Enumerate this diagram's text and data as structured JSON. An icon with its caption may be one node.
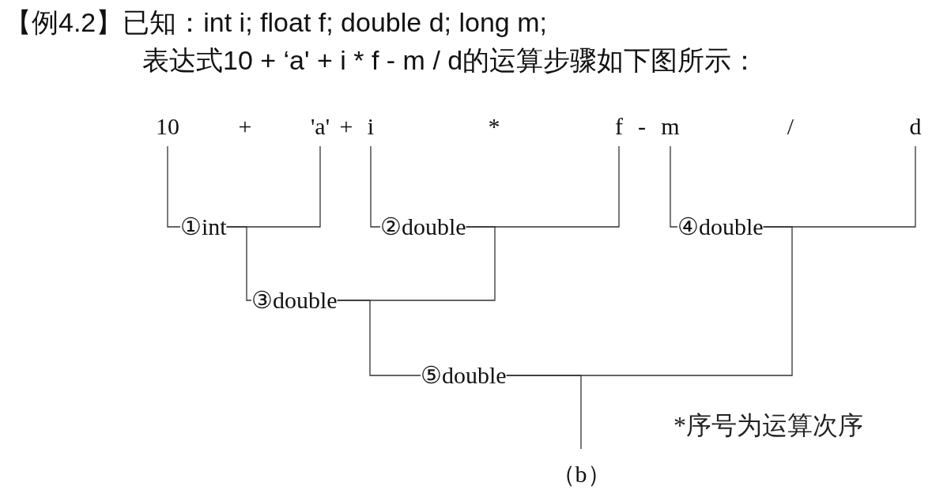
{
  "diagram": {
    "title": "【例4.2】已知：int i; float f; double d; long m;",
    "caption": "（b）",
    "nodes": [
      {
        "text": [
          "10"
        ]
      },
      {
        "text": [
          "'a'"
        ]
      },
      {
        "text": [
          "i"
        ]
      },
      {
        "text": [
          "f"
        ]
      },
      {
        "text": [
          "m"
        ]
      },
      {
        "text": [
          "d"
        ]
      },
      {
        "text": [
          "①int"
        ]
      },
      {
        "text": [
          "②double"
        ]
      },
      {
        "text": [
          "④double"
        ]
      },
      {
        "text": [
          "③double"
        ]
      },
      {
        "text": [
          "⑤double"
        ]
      }
    ],
    "edges": [
      {
        "from": 0,
        "to": 6,
        "arrow": "none"
      },
      {
        "from": 1,
        "to": 6,
        "arrow": "none"
      },
      {
        "from": 2,
        "to": 7,
        "arrow": "none"
      },
      {
        "from": 3,
        "to": 7,
        "arrow": "none"
      },
      {
        "from": 4,
        "to": 8,
        "arrow": "none"
      },
      {
        "from": 5,
        "to": 8,
        "arrow": "none"
      },
      {
        "from": 6,
        "to": 9,
        "arrow": "none"
      },
      {
        "from": 7,
        "to": 9,
        "arrow": "none"
      },
      {
        "from": 9,
        "to": 10,
        "arrow": "none"
      },
      {
        "from": 8,
        "to": 10,
        "arrow": "none"
      },
      {
        "from": 10,
        "to": null,
        "arrow": "none"
      }
    ],
    "labels": [
      "表达式10 + ‘a' + i * f - m / d的运算步骤如下图所示：",
      "+",
      "+",
      "*",
      "-",
      "/",
      "*序号为运算次序"
    ]
  }
}
